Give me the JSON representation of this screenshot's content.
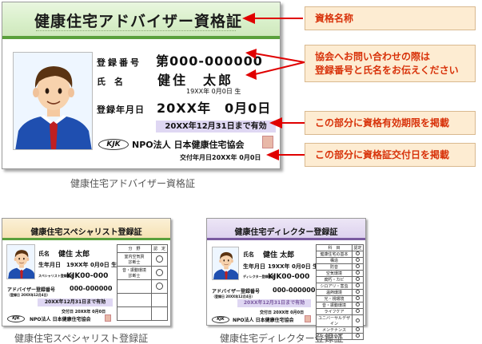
{
  "main_card": {
    "title": "健康住宅アドバイザー資格証",
    "reg_number_label": "登録番号",
    "reg_number": "第000-000000",
    "name_label": "氏　名",
    "name": "健住　太郎",
    "birth": "19XX年 0月0日 生",
    "reg_date_label": "登録年月日",
    "reg_date": "20XX年　0月0日",
    "expiry": "20XX年12月31日まで有効",
    "logo": "KJK",
    "org": "NPO法人 日本健康住宅協会",
    "issue_date": "交付年月日20XX年 0月0日",
    "caption": "健康住宅アドバイザー資格証"
  },
  "callouts": [
    "資格名称",
    "協会へお問い合わせの際は\n登録番号と氏名をお伝えください",
    "この部分に資格有効期限を掲載",
    "この部分に資格証交付日を掲載"
  ],
  "specialist_card": {
    "title": "健康住宅スペシャリスト登録証",
    "name_label": "氏名",
    "name": "健住 太郎",
    "birth_label": "生年月日",
    "birth": "19XX年 0月0日 生",
    "reg_number_label": "スペシャリスト登録番号",
    "reg_number": "KJK00-000",
    "adv_label": "アドバイザー登録番号",
    "adv_number": "000-000000",
    "adv_date": "（登録日 20XX年12月4日）",
    "expiry": "20XX年12月31日まで有効",
    "issue_date": "交付日 20XX年 0月0日",
    "logo": "KJK",
    "org": "NPO法人 日本健康住宅協会",
    "table_headers": [
      "分　野",
      "認　定"
    ],
    "table_rows": [
      "室内空気質\n診断士",
      "音・振動環境\n診断士",
      "",
      "",
      ""
    ],
    "caption": "健康住宅スペシャリスト登録証"
  },
  "director_card": {
    "title": "健康住宅ディレクター登録証",
    "name_label": "氏名",
    "name": "健住 太郎",
    "birth_label": "生年月日",
    "birth": "19XX年 0月0日 生",
    "reg_number_label": "ディレクター登録番号",
    "reg_number": "KJK00-000",
    "adv_label": "アドバイザー登録番号",
    "adv_number": "000-000000",
    "adv_date": "（登録日 20XX年12月4日）",
    "expiry": "20XX年12月31日まで有効",
    "issue_date": "交付日 20XX年 0月0日",
    "logo": "KJK",
    "org": "NPO法人 日本健康住宅協会",
    "table_headers": [
      "科　目",
      "認定"
    ],
    "table_rows": [
      "健康住宅の基本",
      "構造",
      "防音",
      "空気環境",
      "腐朽・カビ",
      "シロアリ・害虫",
      "温熱環境",
      "光・視環境",
      "音・振動環境",
      "ライフケア",
      "ユニバーサルデザイン",
      "メンテナンス",
      "住まい方"
    ],
    "caption": "健康住宅ディレクター登録証"
  },
  "colors": {
    "callout_text": "#d8320a",
    "callout_bg": "#fdecd2",
    "arrow": "#e00000",
    "accent_green": "#5aa03c",
    "expiry_bg": "#dfd7f3",
    "director_accent": "#7a5aa0"
  }
}
